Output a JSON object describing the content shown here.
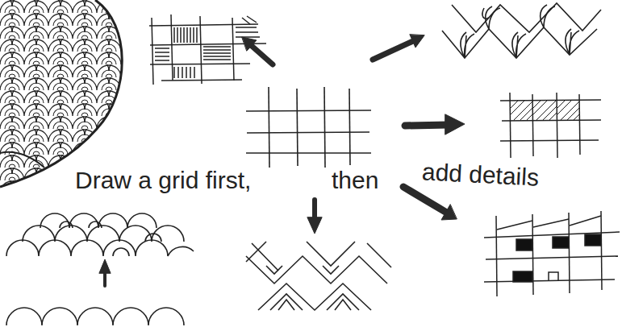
{
  "diagram": {
    "labels": [
      "Draw a grid first,",
      "then",
      "add details"
    ]
  }
}
